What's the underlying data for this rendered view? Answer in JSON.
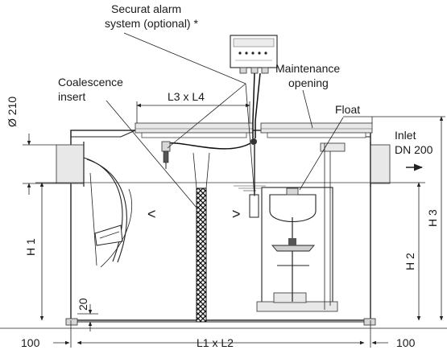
{
  "labels": {
    "alarm_line1": "Securat alarm",
    "alarm_line2": "system (optional) *",
    "coalescence_line1": "Coalescence",
    "coalescence_line2": "insert",
    "maintenance_line1": "Maintenance",
    "maintenance_line2": "opening",
    "float": "Float",
    "inlet_line1": "Inlet",
    "inlet_line2": "DN 200"
  },
  "dimensions": {
    "diameter": "Ø 210",
    "l3_l4": "L3 x L4",
    "h1": "H 1",
    "h2": "H 2",
    "h3": "H 3",
    "bottom_gap": "20",
    "left_offset": "100",
    "right_offset": "100",
    "l1_l2": "L1 x L2"
  },
  "navigation": {
    "prev_glyph": "<",
    "next_glyph": ">"
  }
}
